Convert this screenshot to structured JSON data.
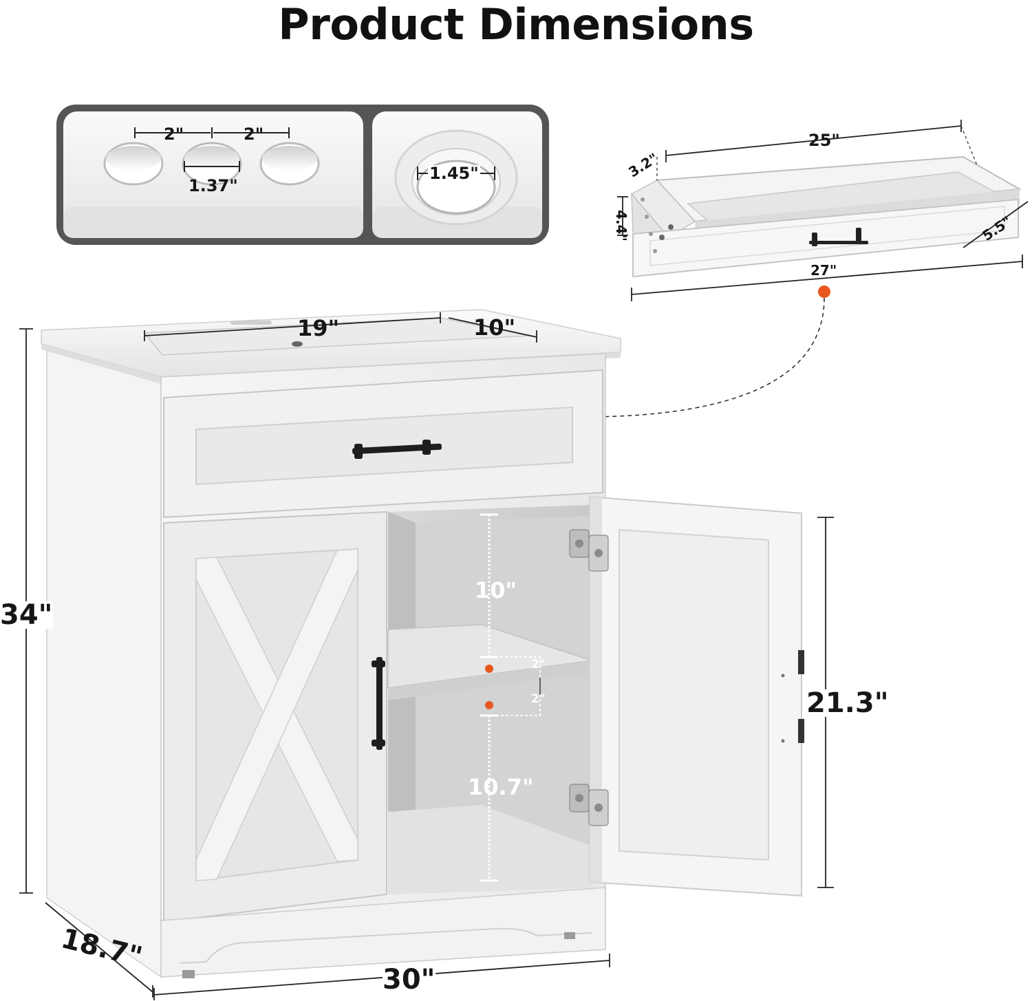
{
  "title": "Product Dimensions",
  "colors": {
    "accent": "#E8571E",
    "frame": "#5A5A5A",
    "cabinet": "#EEEEEE",
    "handle": "#222222"
  },
  "faucet_holes": {
    "spacing_left": "2\"",
    "spacing_right": "2\"",
    "hole_diameter": "1.37\"",
    "drain_diameter": "1.45\""
  },
  "drawer": {
    "inner_length": "25\"",
    "height_top": "3.2\"",
    "height_side": "4.4\"",
    "depth": "5.5\"",
    "outer_length": "27\""
  },
  "vanity": {
    "basin_length": "19\"",
    "basin_width": "10\"",
    "total_height": "34\"",
    "depth": "18.7\"",
    "width": "30\"",
    "door_height": "21.3\"",
    "upper_space": "10\"",
    "lower_space": "10.7\"",
    "shelf_up": "2\"",
    "shelf_down": "2\""
  }
}
